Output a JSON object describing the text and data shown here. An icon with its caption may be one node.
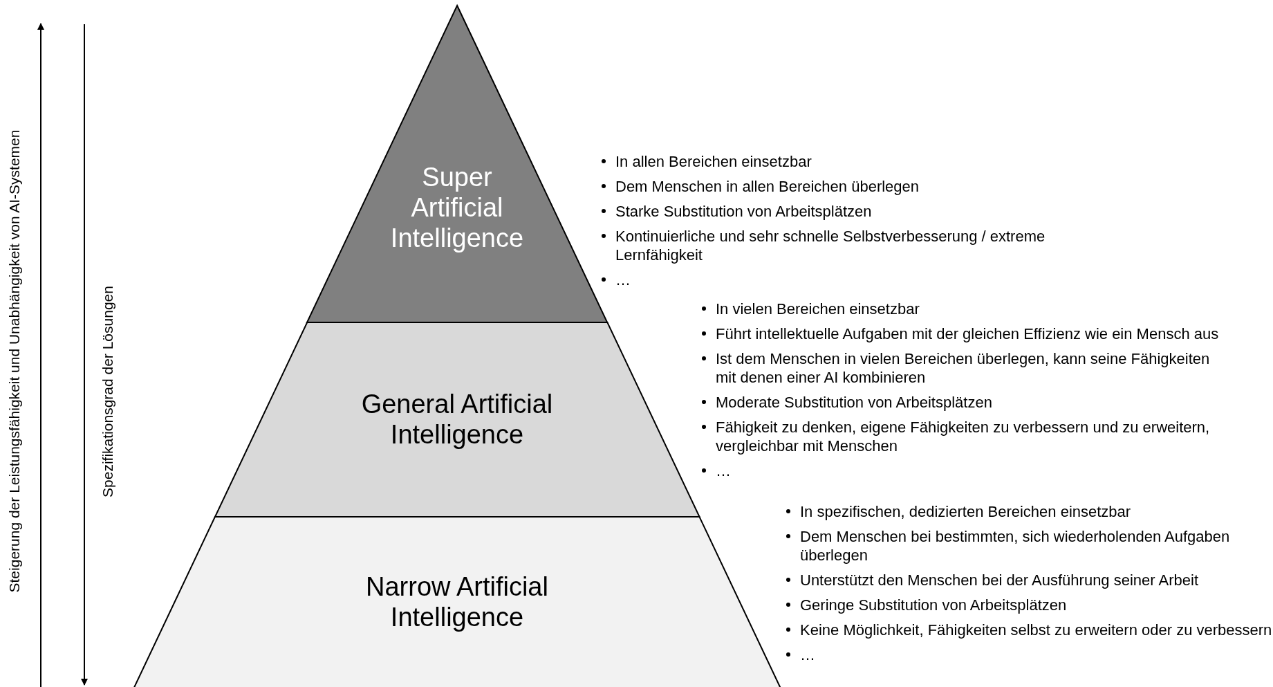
{
  "diagram": {
    "nodes": [
      {
        "text": [
          "Super Artificial Intelligence"
        ],
        "beside": [
          "In allen Bereichen einsetzbar",
          "Dem Menschen in allen Bereichen überlegen",
          "Starke Substitution von Arbeitsplätzen",
          "Kontinuierliche und sehr schnelle Selbstverbesserung / extreme Lernfähigkeit",
          "…"
        ]
      },
      {
        "text": [
          "General Artificial Intelligence"
        ],
        "beside": [
          "In vielen Bereichen einsetzbar",
          "Führt intellektuelle Aufgaben mit der gleichen Effizienz wie ein Mensch aus",
          "Ist dem Menschen in vielen Bereichen überlegen, kann seine Fähigkeiten mit denen einer AI kombinieren",
          "Moderate Substitution von Arbeitsplätzen",
          "Fähigkeit zu denken, eigene Fähigkeiten zu verbessern und zu erweitern, vergleichbar mit Menschen",
          "…"
        ]
      },
      {
        "text": [
          "Narrow Artificial Intelligence"
        ],
        "beside": [
          "In spezifischen, dedizierten Bereichen einsetzbar",
          "Dem Menschen bei bestimmten, sich wiederholenden Aufgaben überlegen",
          "Unterstützt den Menschen bei der Ausführung seiner Arbeit",
          "Geringe Substitution von Arbeitsplätzen",
          "Keine Möglichkeit, Fähigkeiten selbst zu erweitern oder zu verbessern",
          "…"
        ]
      }
    ],
    "labels": [
      "Steigerung der Leistungsfähigkeit und Unabhängigkeit von AI-Systemen",
      "Spezifikationsgrad der Lösungen"
    ]
  }
}
